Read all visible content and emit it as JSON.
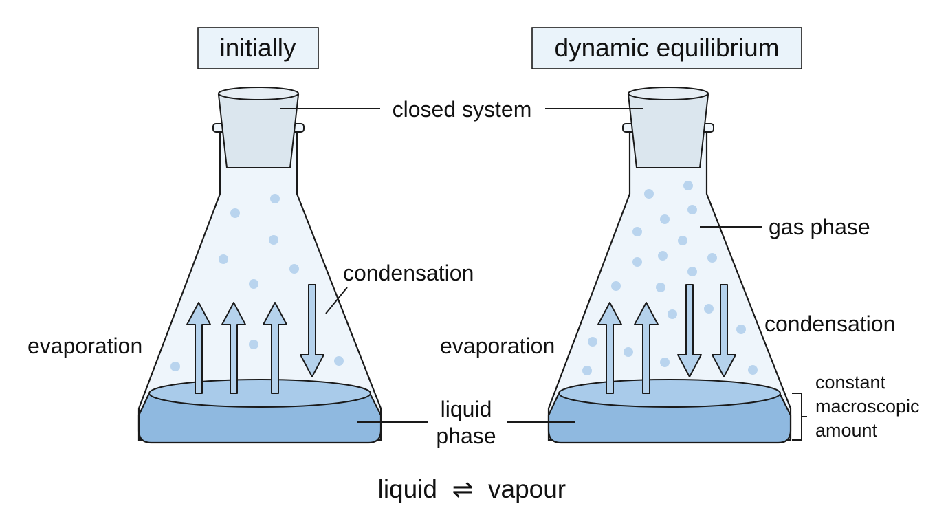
{
  "left_panel": {
    "title": "initially",
    "evaporation_label": "evaporation",
    "condensation_label": "condensation",
    "closed_system_label": "closed system",
    "liquid_phase_label_line1": "liquid",
    "liquid_phase_label_line2": "phase"
  },
  "right_panel": {
    "title": "dynamic equilibrium",
    "evaporation_label": "evaporation",
    "condensation_label": "condensation",
    "gas_phase_label": "gas phase",
    "constant_line1": "constant",
    "constant_line2": "macroscopic",
    "constant_line3": "amount"
  },
  "equation": {
    "left": "liquid",
    "arrow": "⇌",
    "right": "vapour"
  },
  "colors": {
    "liquid": "#8fb9e0",
    "vapour_particle": "#b9d4ee",
    "flask_glass": "#eef5fb",
    "title_box": "#eaf3fa"
  }
}
